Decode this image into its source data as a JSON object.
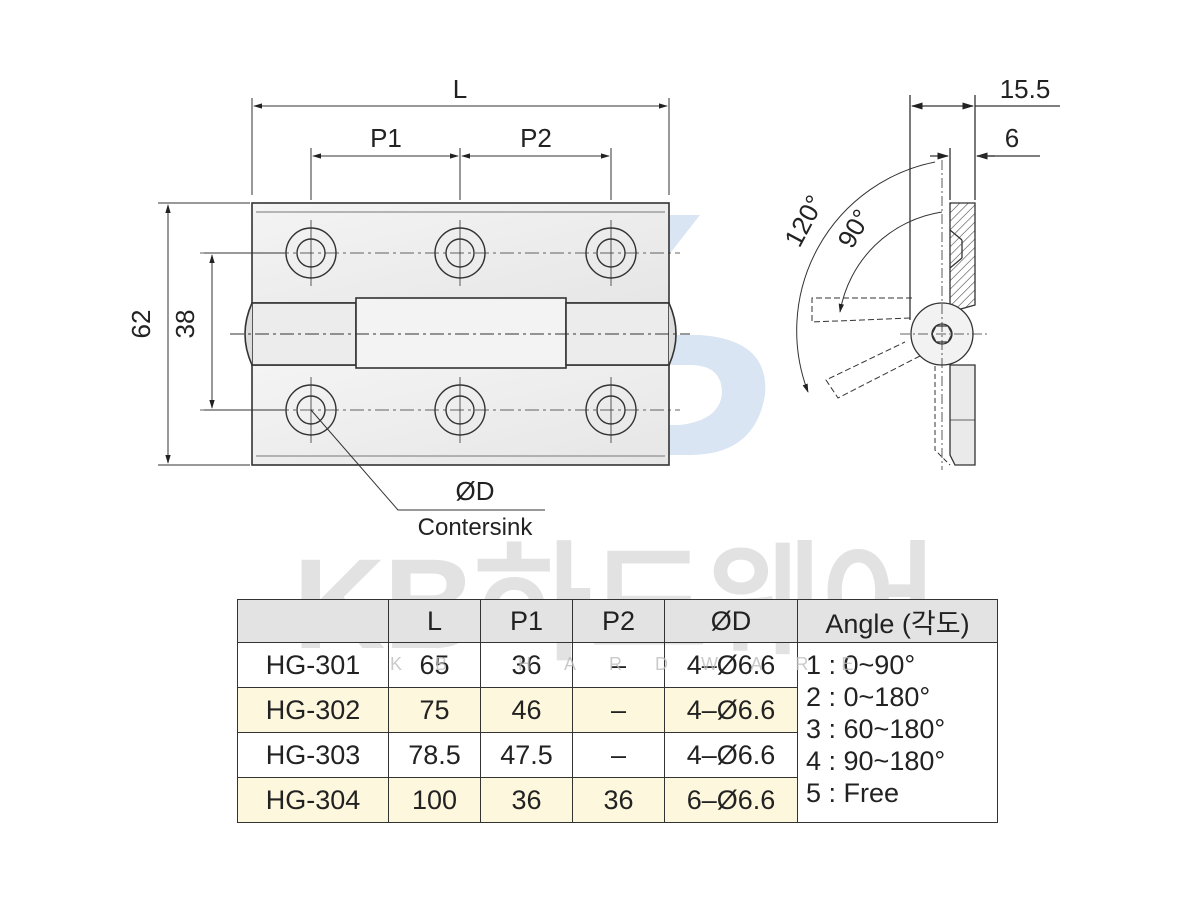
{
  "drawing": {
    "dim_L": "L",
    "dim_P1": "P1",
    "dim_P2": "P2",
    "dim_62": "62",
    "dim_38": "38",
    "dim_15_5": "15.5",
    "dim_6": "6",
    "angle_120": "120°",
    "angle_90": "90°",
    "hole_label": "ØD",
    "hole_note": "Contersink"
  },
  "watermark": {
    "main": "KB하드웨어",
    "sub": "KB HARDWARE"
  },
  "table": {
    "headers": [
      "",
      "L",
      "P1",
      "P2",
      "ØD",
      "Angle (각도)"
    ],
    "rows": [
      {
        "model": "HG-301",
        "L": "65",
        "P1": "36",
        "P2": "–",
        "D": "4–Ø6.6"
      },
      {
        "model": "HG-302",
        "L": "75",
        "P1": "46",
        "P2": "–",
        "D": "4–Ø6.6"
      },
      {
        "model": "HG-303",
        "L": "78.5",
        "P1": "47.5",
        "P2": "–",
        "D": "4–Ø6.6"
      },
      {
        "model": "HG-304",
        "L": "100",
        "P1": "36",
        "P2": "36",
        "D": "6–Ø6.6"
      }
    ],
    "angles": [
      "1 : 0~90°",
      "2 : 0~180°",
      "3 : 60~180°",
      "4 : 90~180°",
      "5 : Free"
    ]
  },
  "colors": {
    "highlight_row": "#fdf7dd",
    "header_bg": "#e3e3e3",
    "logo_blue": "#bcd0ea"
  }
}
